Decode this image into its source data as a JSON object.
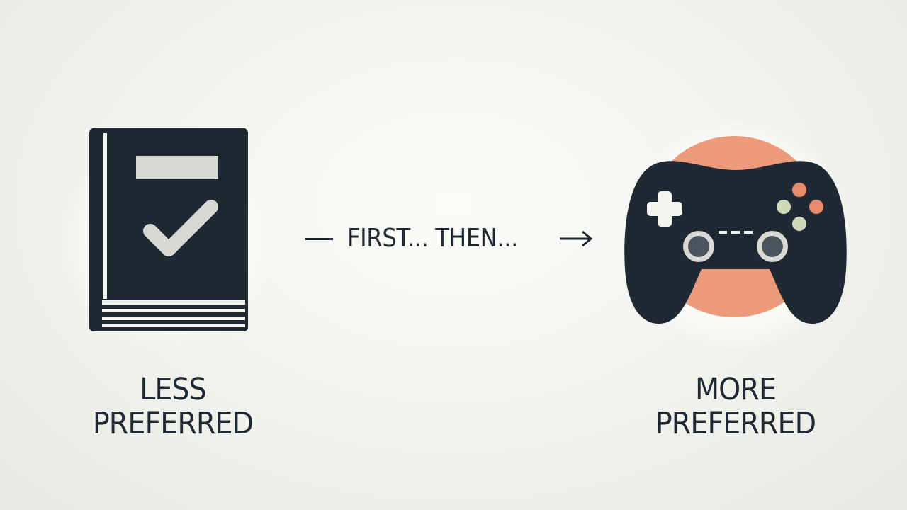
{
  "diagram": {
    "left": {
      "icon": "book-with-checkmark-icon",
      "caption_line1": "LESS",
      "caption_line2": "PREFERRED"
    },
    "connector": {
      "label": "FIRST... THEN...",
      "icon": "arrow-right-icon"
    },
    "right": {
      "icon": "game-controller-icon",
      "caption_line1": "MORE",
      "caption_line2": "PREFERRED"
    }
  },
  "colors": {
    "background": "#f1f1ec",
    "icon_dark": "#1f2933",
    "accent_circle": "#ec9a79",
    "book_label": "#d9d9d4",
    "button_orange": "#e98a6b",
    "button_green": "#cfd7b9"
  }
}
